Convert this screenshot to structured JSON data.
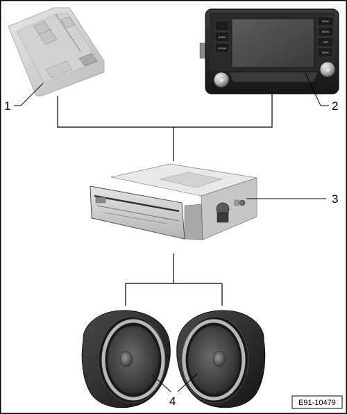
{
  "diagram": {
    "figure_id": "E91-10479",
    "callouts": {
      "c1": "1",
      "c2": "2",
      "c3": "3",
      "c4": "4"
    },
    "display_unit": {
      "left_buttons": [
        "♪",
        "MEDIA",
        "PHONE"
      ],
      "right_buttons": [
        "MENU",
        "MEDIA",
        "CAR",
        "MENU"
      ]
    }
  }
}
